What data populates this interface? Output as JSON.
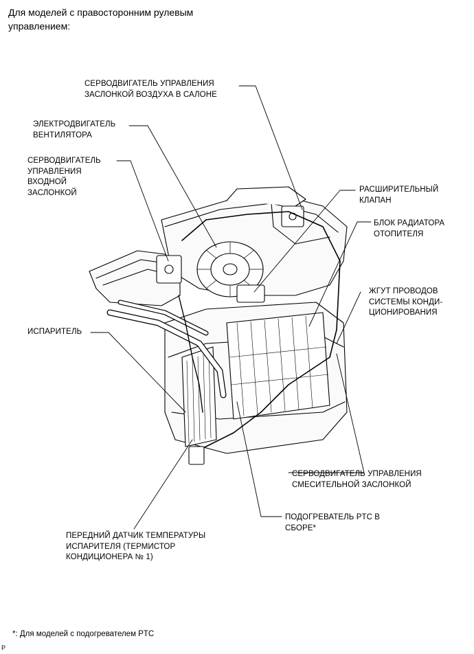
{
  "heading": "Для моделей с правосторонним рулевым управлением:",
  "callouts": {
    "cabin_damper_servo": [
      "СЕРВОДВИГАТЕЛЬ УПРАВЛЕНИЯ",
      "ЗАСЛОНКОЙ ВОЗДУХА В САЛОНЕ"
    ],
    "blower_motor": [
      "ЭЛЕКТРОДВИГАТЕЛЬ",
      "ВЕНТИЛЯТОРА"
    ],
    "inlet_damper_servo": [
      "СЕРВОДВИГАТЕЛЬ",
      "УПРАВЛЕНИЯ",
      "ВХОДНОЙ",
      "ЗАСЛОНКОЙ"
    ],
    "expansion_valve": [
      "РАСШИРИТЕЛЬНЫЙ",
      "КЛАПАН"
    ],
    "heater_core": [
      "БЛОК  РАДИАТОРА",
      "ОТОПИТЕЛЯ"
    ],
    "ac_harness": [
      "ЖГУТ ПРОВОДОВ",
      "СИСТЕМЫ КОНДИ-",
      "ЦИОНИРОВАНИЯ"
    ],
    "evaporator": [
      "ИСПАРИТЕЛЬ"
    ],
    "air_mix_servo": [
      "СЕРВОДВИГАТЕЛЬ УПРАВЛЕНИЯ",
      "СМЕСИТЕЛЬНОЙ ЗАСЛОНКОЙ"
    ],
    "ptc_heater": [
      "ПОДОГРЕВАТЕЛЬ PTC В",
      "СБОРЕ*"
    ],
    "evap_temp_sensor": [
      "ПЕРЕДНИЙ ДАТЧИК ТЕМПЕРАТУРЫ",
      "ИСПАРИТЕЛЯ (ТЕРМИСТОР",
      "КОНДИЦИОНЕРА № 1)"
    ]
  },
  "footnote": "*: Для моделей с подогревателем PTC",
  "corner_mark": "P"
}
